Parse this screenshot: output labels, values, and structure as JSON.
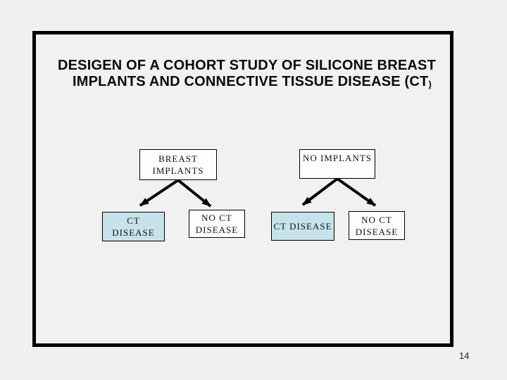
{
  "slide": {
    "title": {
      "line1": "DESIGEN OF A COHORT STUDY OF SILICONE BREAST",
      "line2": "IMPLANTS AND CONNECTIVE TISSUE DISEASE (CT",
      "line2_suffix": ")"
    },
    "page_number": "14"
  },
  "diagram": {
    "colors": {
      "highlight_fill": "#c6e3ea",
      "box_border": "#000000",
      "arrow": "#000000"
    },
    "nodes": [
      {
        "id": "breast-implants",
        "lines": [
          "BREAST",
          "IMPLANTS"
        ],
        "highlighted": false
      },
      {
        "id": "no-implants",
        "lines": [
          "NO IMPLANTS"
        ],
        "highlighted": false
      },
      {
        "id": "ct-disease-1",
        "lines": [
          "CT",
          "DISEASE"
        ],
        "highlighted": true
      },
      {
        "id": "no-ct-disease-1",
        "lines": [
          "NO CT",
          "DISEASE"
        ],
        "highlighted": false
      },
      {
        "id": "ct-disease-2",
        "lines": [
          "CT DISEASE"
        ],
        "highlighted": true
      },
      {
        "id": "no-ct-disease-2",
        "lines": [
          "NO CT",
          "DISEASE"
        ],
        "highlighted": false
      }
    ],
    "edges": [
      {
        "from": "breast-implants",
        "to": "ct-disease-1"
      },
      {
        "from": "breast-implants",
        "to": "no-ct-disease-1"
      },
      {
        "from": "no-implants",
        "to": "ct-disease-2"
      },
      {
        "from": "no-implants",
        "to": "no-ct-disease-2"
      }
    ]
  }
}
